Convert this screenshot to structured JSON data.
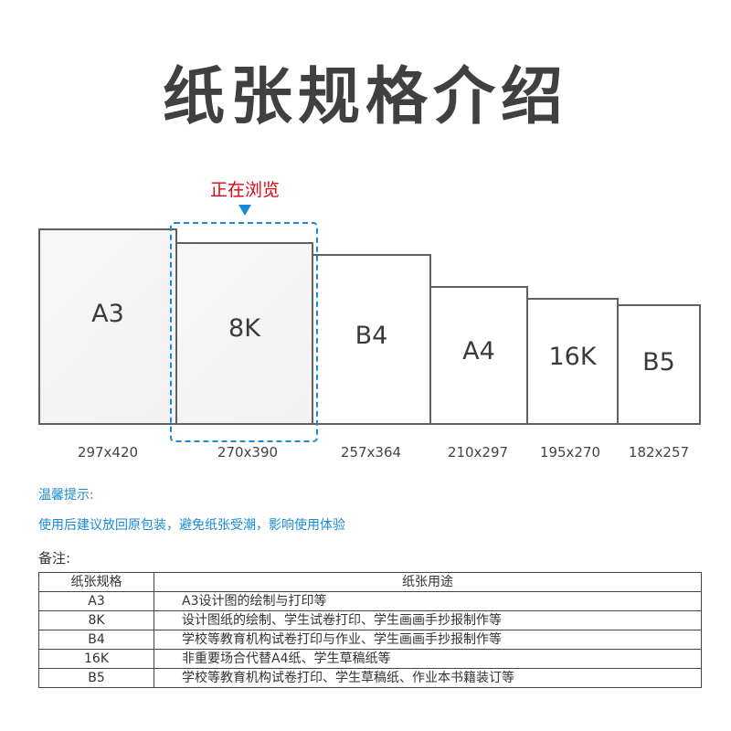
{
  "title": "纸张规格介绍",
  "browsing": {
    "label": "正在浏览",
    "indicator_color": "#1a8ad4",
    "label_color": "#e60012"
  },
  "papers": [
    {
      "name": "A3",
      "size": "297x420",
      "selected": false
    },
    {
      "name": "8K",
      "size": "270x390",
      "selected": true
    },
    {
      "name": "B4",
      "size": "257x364",
      "selected": false
    },
    {
      "name": "A4",
      "size": "210x297",
      "selected": false
    },
    {
      "name": "16K",
      "size": "195x270",
      "selected": false
    },
    {
      "name": "B5",
      "size": "182x257",
      "selected": false
    }
  ],
  "tip": {
    "title": "温馨提示:",
    "body": "使用后建议放回原包装，避免纸张受潮，影响使用体验"
  },
  "note_label": "备注:",
  "table": {
    "headers": [
      "纸张规格",
      "纸张用途"
    ],
    "rows": [
      [
        "A3",
        "A3设计图的绘制与打印等"
      ],
      [
        "8K",
        "设计图纸的绘制、学生试卷打印、学生画画手抄报制作等"
      ],
      [
        "B4",
        "学校等教育机构试卷打印与作业、学生画画手抄报制作等"
      ],
      [
        "16K",
        "非重要场合代替A4纸、学生草稿纸等"
      ],
      [
        "B5",
        "学校等教育机构试卷打印、学生草稿纸、作业本书籍装订等"
      ]
    ]
  }
}
